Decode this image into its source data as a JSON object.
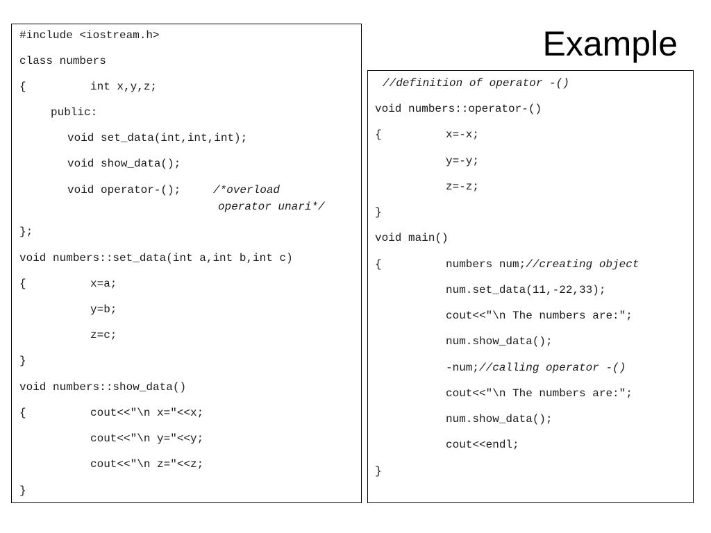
{
  "slide": {
    "title": "Example"
  },
  "left_code": {
    "l01": "#include <iostream.h>",
    "l02": "class numbers",
    "l03_brace": "{",
    "l03_code": "int x,y,z;",
    "l04": "public:",
    "l05": "void set_data(int,int,int);",
    "l06": "void show_data();",
    "l07_code": "void operator-();",
    "l07_comment_1": "/*overload",
    "l07_comment_2": "operator unari*/",
    "l08": "};",
    "l09": "void numbers::set_data(int a,int b,int c)",
    "l10_brace": "{",
    "l10_code": "x=a;",
    "l11": "y=b;",
    "l12": "z=c;",
    "l13": "}",
    "l14": "void numbers::show_data()",
    "l15_brace": "{",
    "l15_code": "cout<<\"\\n x=\"<<x;",
    "l16": "cout<<\"\\n y=\"<<y;",
    "l17": "cout<<\"\\n z=\"<<z;",
    "l18": "}"
  },
  "right_code": {
    "r01_comment": "//definition of operator -()",
    "r02": "void numbers::operator-()",
    "r03_brace": "{",
    "r03_code": "x=-x;",
    "r04": "y=-y;",
    "r05": "z=-z;",
    "r06": "}",
    "r07": "void main()",
    "r08_brace": "{",
    "r08_code": "numbers num;",
    "r08_comment": "//creating object",
    "r09": "num.set_data(11,-22,33);",
    "r10": "cout<<\"\\n The numbers are:\";",
    "r11": "num.show_data();",
    "r12_code": "-num;",
    "r12_comment": "//calling operator -()",
    "r13": "cout<<\"\\n The numbers are:\";",
    "r14": "num.show_data();",
    "r15": "cout<<endl;",
    "r16": "}"
  }
}
